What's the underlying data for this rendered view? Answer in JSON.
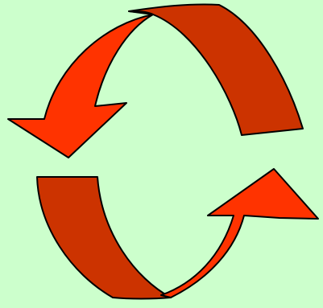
{
  "diagram": {
    "type": "cycle",
    "arrow_count": 2,
    "direction": "counter-clockwise",
    "arrows": [
      {
        "id": "top-arrow",
        "points_toward": "bottom-left"
      },
      {
        "id": "bottom-arrow",
        "points_toward": "top-right"
      }
    ]
  },
  "colors": {
    "background": "#CCFFCC",
    "arrow_front": "#FF3300",
    "arrow_back": "#CC3300",
    "outline": "#000000"
  }
}
